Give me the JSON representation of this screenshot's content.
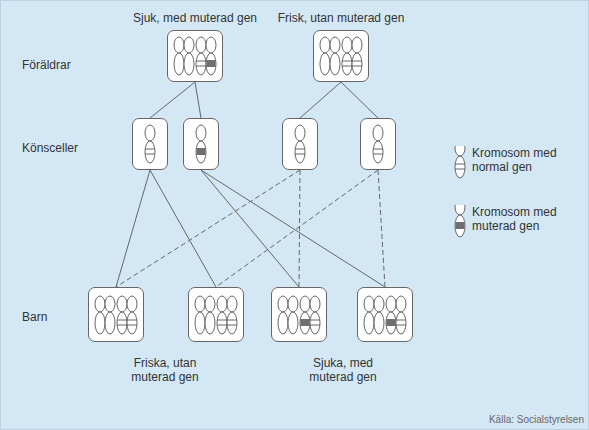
{
  "diagram": {
    "nodes": [
      {
        "text": [
          "Sjuk, med muterad gen"
        ]
      },
      {
        "text": [
          "Frisk, utan muterad gen"
        ]
      },
      {
        "text": []
      },
      {
        "text": []
      },
      {
        "text": []
      },
      {
        "text": []
      },
      {
        "text": []
      },
      {
        "text": []
      },
      {
        "text": []
      },
      {
        "text": []
      }
    ],
    "edges": [
      {
        "from": 0,
        "to": 2,
        "arrow": "none"
      },
      {
        "from": 0,
        "to": 3,
        "arrow": "none"
      },
      {
        "from": 1,
        "to": 4,
        "arrow": "none"
      },
      {
        "from": 1,
        "to": 5,
        "arrow": "none"
      },
      {
        "from": 2,
        "to": 6,
        "arrow": "none"
      },
      {
        "from": 2,
        "to": 7,
        "arrow": "none"
      },
      {
        "from": 3,
        "to": 8,
        "arrow": "none"
      },
      {
        "from": 3,
        "to": 9,
        "arrow": "none"
      },
      {
        "from": 4,
        "to": 6,
        "arrow": "none"
      },
      {
        "from": 4,
        "to": 8,
        "arrow": "none"
      },
      {
        "from": 5,
        "to": 7,
        "arrow": "none"
      },
      {
        "from": 5,
        "to": 9,
        "arrow": "none"
      }
    ],
    "labels": [
      "Föräldrar",
      "Könsceller",
      "Barn",
      "Friska, utan muterad gen",
      "Sjuka, med muterad gen",
      "Källa: Socialstyrelsen"
    ],
    "legend": [
      {
        "text": "Kromosom med normal gen"
      },
      {
        "text": "Kromosom med muterad gen"
      }
    ]
  }
}
